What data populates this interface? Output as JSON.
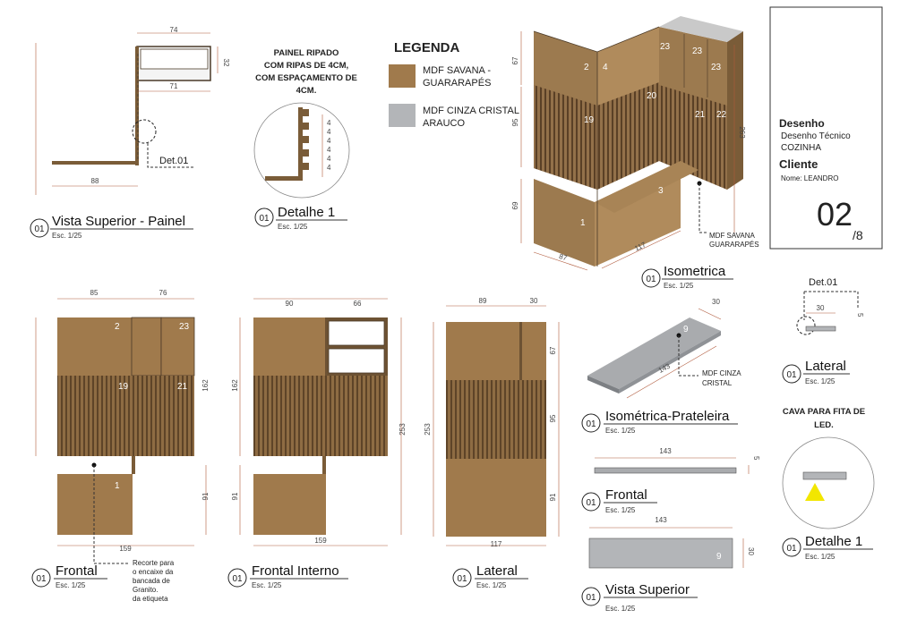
{
  "legend": {
    "title": "LEGENDA",
    "items": [
      {
        "label_line1": "MDF SAVANA -",
        "label_line2": "GUARARAPÉS",
        "color": "#a07a4c"
      },
      {
        "label_line1": "MDF CINZA CRISTAL",
        "label_line2": "ARAUCO",
        "color": "#b3b5b8"
      }
    ]
  },
  "panel_note": {
    "line1": "PAINEL RIPADO",
    "line2": "COM RIPAS DE 4CM,",
    "line3": "COM ESPAÇAMENTO DE",
    "line4": "4CM."
  },
  "led_note": {
    "line1": "CAVA PARA FITA DE",
    "line2": "LED."
  },
  "title_block": {
    "desenho_label": "Desenho",
    "desenho_line1": "Desenho Técnico",
    "desenho_line2": "COZINHA",
    "cliente_label": "Cliente",
    "cliente_name": "Nome: LEANDRO",
    "sheet_number": "02",
    "sheet_total": "/8"
  },
  "views": {
    "vista_superior_painel": {
      "badge": "01",
      "title": "Vista Superior - Painel",
      "scale": "Esc. 1/25",
      "dims": [
        "74",
        "32",
        "71",
        "88"
      ],
      "detail_label": "Det.01"
    },
    "detalhe1_top": {
      "badge": "01",
      "title": "Detalhe 1",
      "scale": "Esc. 1/25",
      "dims": [
        "4",
        "4",
        "4",
        "4",
        "4",
        "4"
      ]
    },
    "isometrica": {
      "badge": "01",
      "title": "Isometrica",
      "scale": "Esc. 1/25",
      "dims": [
        "67",
        "95",
        "69",
        "263",
        "87",
        "117"
      ],
      "numbers": [
        "2",
        "4",
        "23",
        "23",
        "23",
        "19",
        "20",
        "21",
        "22",
        "3",
        "1"
      ],
      "note_line1": "MDF SAVANA",
      "note_line2": "GUARARAPÉS"
    },
    "frontal": {
      "badge": "01",
      "title": "Frontal",
      "scale": "Esc. 1/25",
      "dims": [
        "85",
        "76",
        "162",
        "91",
        "159"
      ],
      "numbers": [
        "2",
        "23",
        "19",
        "21",
        "1"
      ],
      "note_lines": [
        "Recorte para",
        "o encaixe da",
        "bancada de",
        "Granito.",
        "da etiqueta"
      ]
    },
    "frontal_interno": {
      "badge": "01",
      "title": "Frontal Interno",
      "scale": "Esc. 1/25",
      "dims": [
        "90",
        "66",
        "162",
        "253",
        "91",
        "159"
      ]
    },
    "lateral": {
      "badge": "01",
      "title": "Lateral",
      "scale": "Esc. 1/25",
      "dims": [
        "89",
        "30",
        "67",
        "253",
        "95",
        "91",
        "117"
      ]
    },
    "iso_prateleira": {
      "badge": "01",
      "title": "Isométrica-Prateleira",
      "scale": "Esc. 1/25",
      "dims": [
        "30",
        "143"
      ],
      "number": "9",
      "note_line1": "MDF CINZA",
      "note_line2": "CRISTAL"
    },
    "prateleira_frontal": {
      "badge": "01",
      "title": "Frontal",
      "scale": "Esc. 1/25",
      "dims": [
        "143",
        "5"
      ]
    },
    "prateleira_vista_superior": {
      "badge": "01",
      "title": "Vista Superior",
      "scale": "Esc. 1/25",
      "dims": [
        "143",
        "30"
      ],
      "number": "9"
    },
    "lateral_small": {
      "badge": "01",
      "title": "Lateral",
      "scale": "Esc. 1/25",
      "detail_label": "Det.01",
      "dims": [
        "30",
        "5"
      ]
    },
    "detalhe1_led": {
      "badge": "01",
      "title": "Detalhe 1",
      "scale": "Esc. 1/25"
    }
  }
}
